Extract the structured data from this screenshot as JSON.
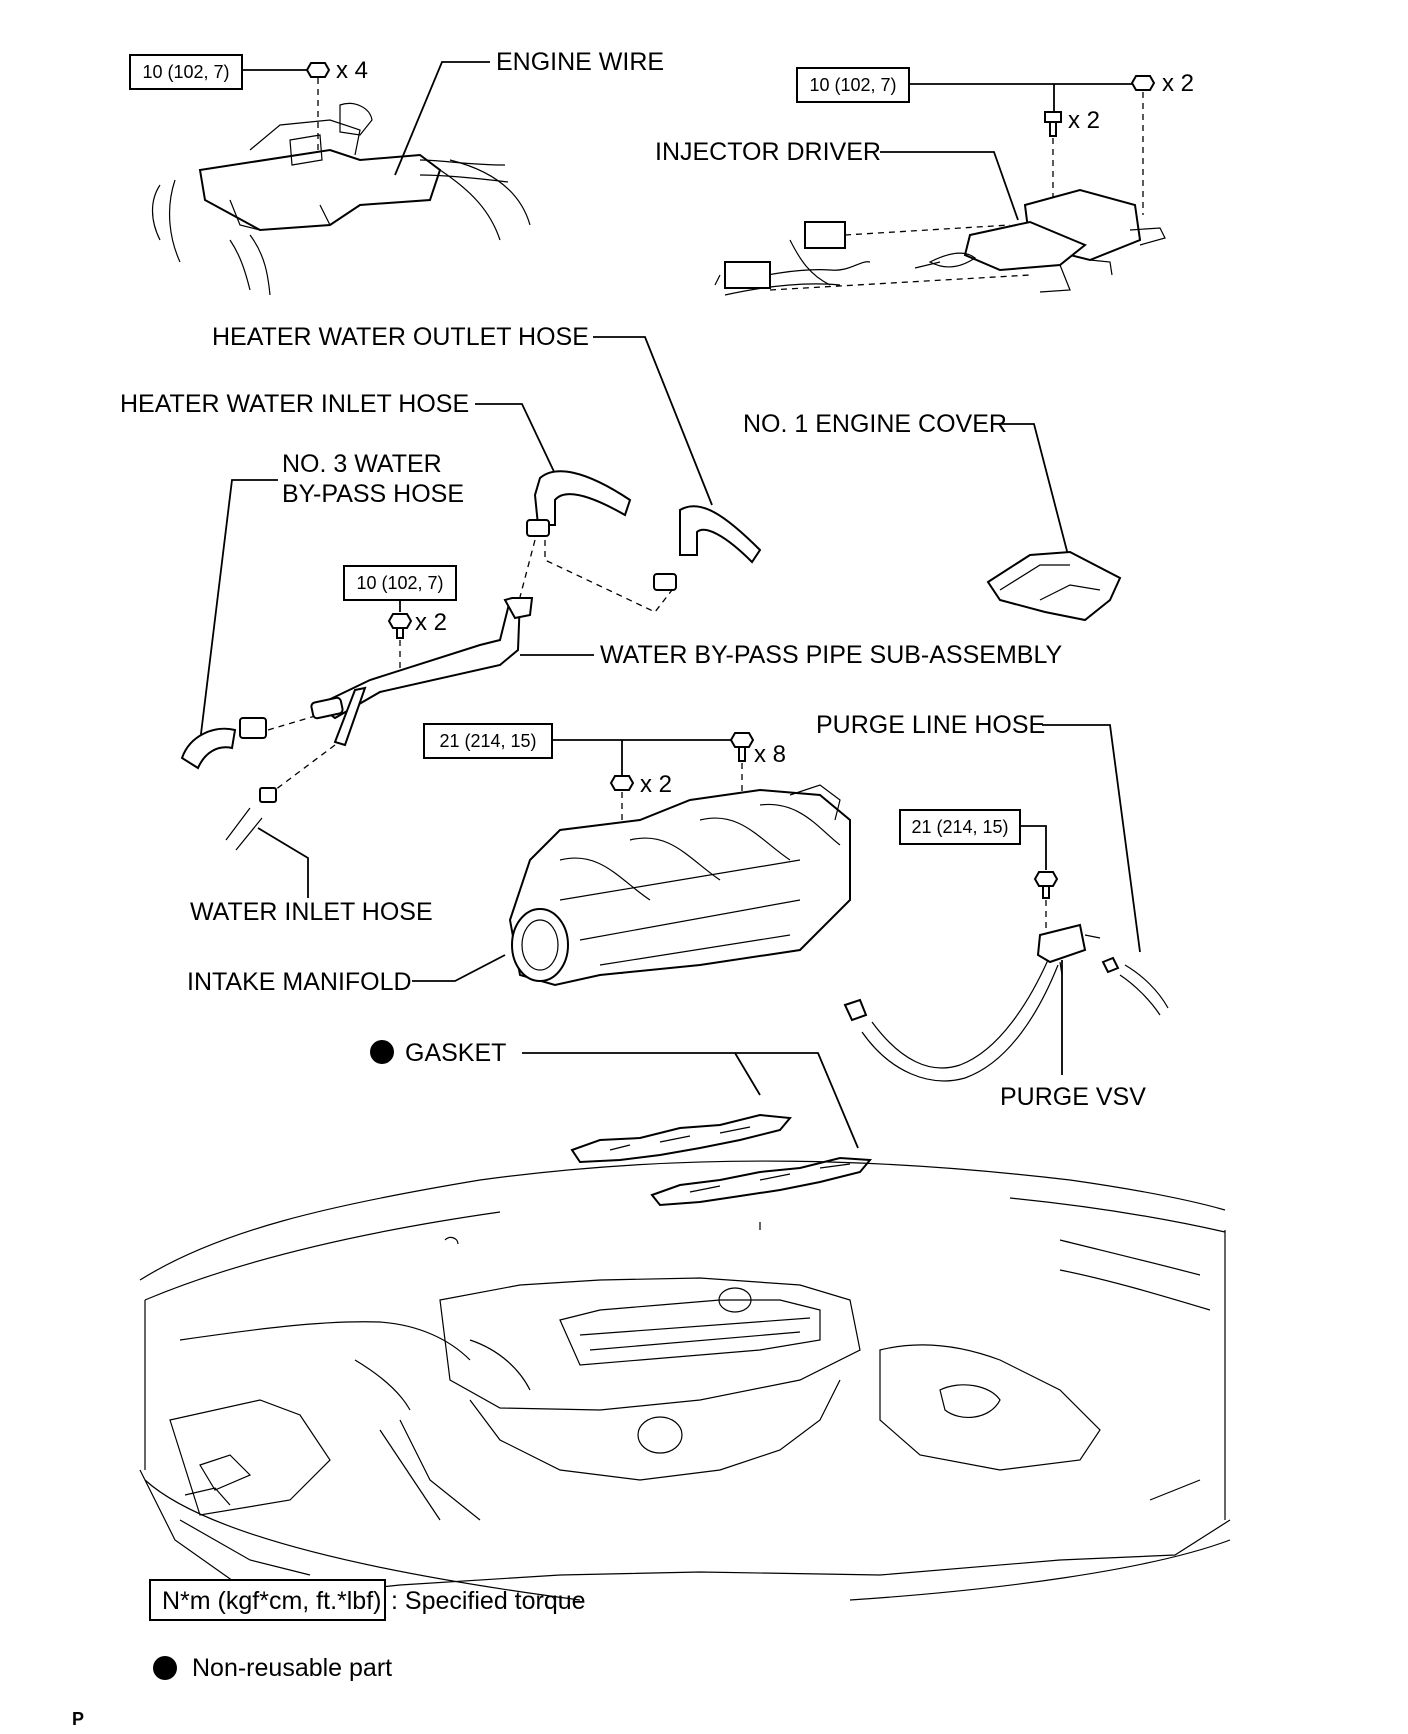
{
  "labels": {
    "engine_wire": "ENGINE WIRE",
    "injector_driver": "INJECTOR DRIVER",
    "heater_water_outlet_hose": "HEATER WATER OUTLET HOSE",
    "heater_water_inlet_hose": "HEATER WATER INLET HOSE",
    "no3_water_line1": "NO. 3 WATER",
    "no3_water_line2": "BY-PASS HOSE",
    "no1_engine_cover": "NO. 1 ENGINE COVER",
    "water_bypass_pipe": "WATER BY-PASS PIPE SUB-ASSEMBLY",
    "purge_line_hose": "PURGE LINE HOSE",
    "water_inlet_hose": "WATER INLET HOSE",
    "intake_manifold": "INTAKE MANIFOLD",
    "gasket": "GASKET",
    "purge_vsv": "PURGE VSV"
  },
  "torques": {
    "engine_wire": "10 (102, 7)",
    "injector_driver": "10 (102, 7)",
    "bypass_pipe": "10 (102, 7)",
    "intake_manifold": "21 (214, 15)",
    "purge_vsv": "21 (214, 15)"
  },
  "quantities": {
    "engine_wire_nut": "x 4",
    "injector_nut": "x 2",
    "injector_bolt": "x 2",
    "bypass_bolt": "x 2",
    "manifold_bolt": "x 8",
    "manifold_nut": "x 2"
  },
  "legend": {
    "torque_unit": "N*m (kgf*cm, ft.*lbf)",
    "torque_text": ": Specified torque",
    "nonreusable_text": "Non-reusable part"
  },
  "corner_mark": "P"
}
